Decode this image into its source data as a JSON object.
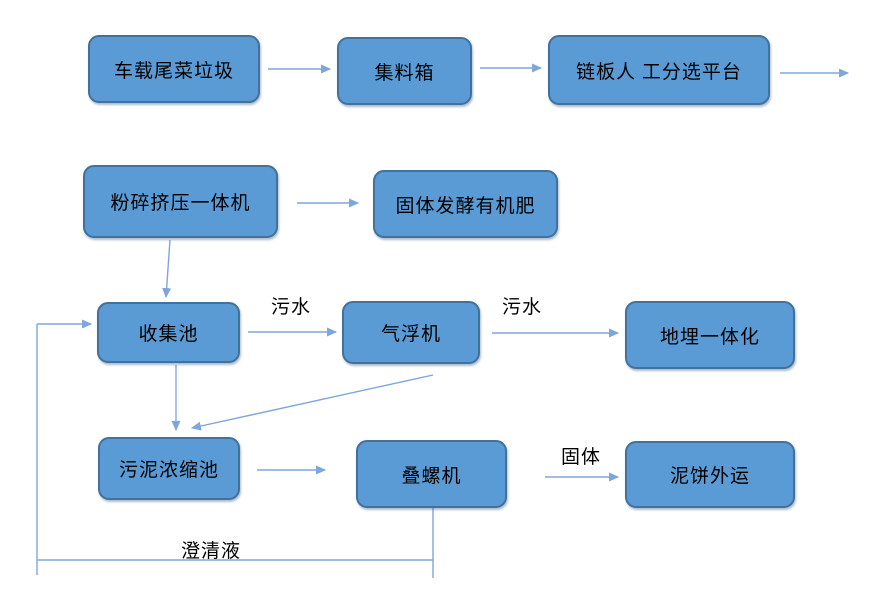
{
  "diagram": {
    "nodes": {
      "truck_tail_vegetable_waste": "车载尾菜垃圾",
      "collecting_hopper": "集料箱",
      "chain_plate_manual_sorting_platform": "链板人 工分选平台",
      "crushing_pressing_machine": "粉碎挤压一体机",
      "solid_fermented_organic_fertilizer": "固体发酵有机肥",
      "collecting_pool": "收集池",
      "air_flotation_machine": "气浮机",
      "underground_integrated_unit": "地埋一体化",
      "sludge_thickening_pool": "污泥浓缩池",
      "stacked_screw_machine": "叠螺机",
      "mud_cake_outbound": "泥饼外运"
    },
    "edge_labels": {
      "sewage_left": "污水",
      "sewage_right": "污水",
      "solid": "固体",
      "clarified_liquid": "澄清液"
    },
    "colors": {
      "node_fill": "#5B9BD5",
      "node_border": "#41719C",
      "arrow": "#7EA6DC",
      "text": "#000000",
      "background": "#FFFFFF"
    }
  }
}
